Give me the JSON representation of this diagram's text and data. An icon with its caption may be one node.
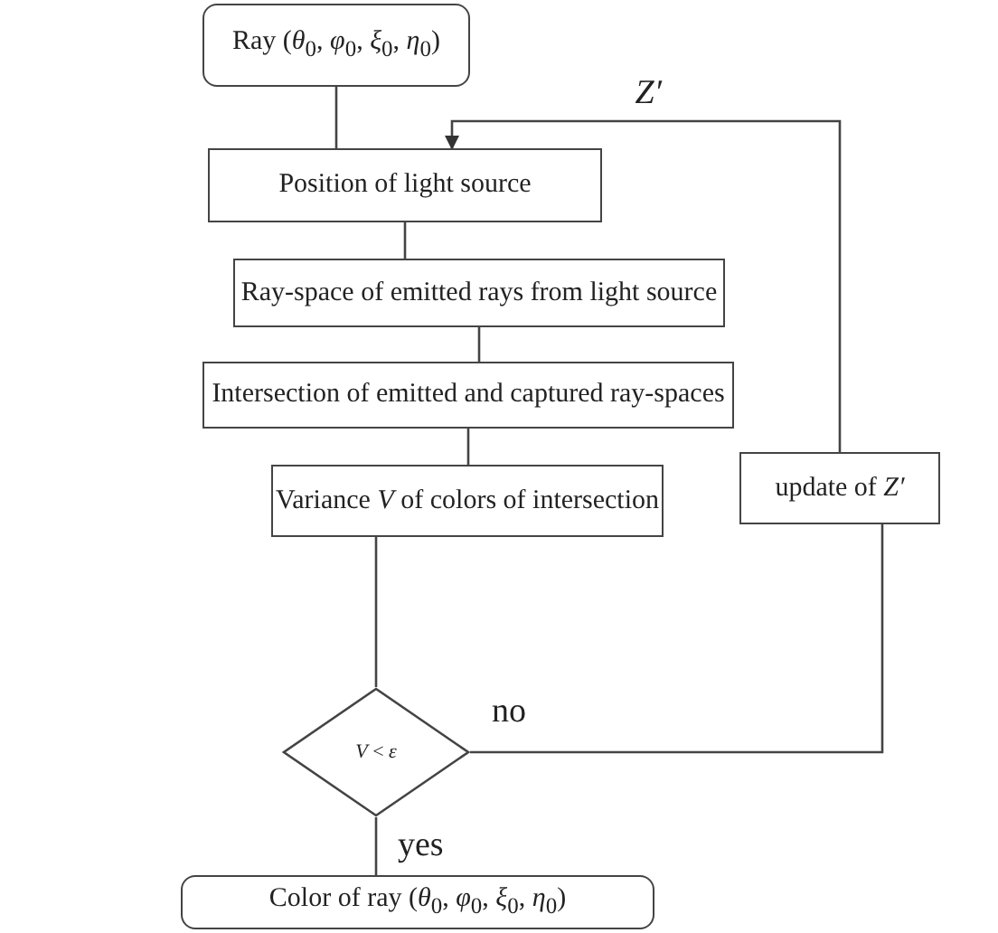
{
  "diagram": {
    "nodes": [
      {
        "text": [
          "Ray (*θ*$_{0}$, *φ*$_{0}$, *ξ*$_{0}$, *η*$_{0}$)"
        ]
      },
      {
        "text": [
          "Position of light source"
        ]
      },
      {
        "text": [
          "Ray-space of emitted rays from light source"
        ]
      },
      {
        "text": [
          "Intersection of emitted and captured ray-spaces"
        ]
      },
      {
        "text": [
          "Variance *V* of colors of intersection"
        ]
      },
      {
        "text": [
          "*V* < *ε*"
        ]
      },
      {
        "text": [
          "Color of  ray (*θ*$_{0}$, *φ*$_{0}$, *ξ*$_{0}$, *η*$_{0}$)"
        ]
      },
      {
        "text": [
          "update of *Z′*"
        ]
      }
    ],
    "edges": [
      {
        "from": 0,
        "to": 1,
        "arrow": "none"
      },
      {
        "from": 1,
        "to": 2,
        "arrow": "none"
      },
      {
        "from": 2,
        "to": 3,
        "arrow": "none"
      },
      {
        "from": 3,
        "to": 4,
        "arrow": "none"
      },
      {
        "from": 4,
        "to": 5,
        "arrow": "none"
      },
      {
        "from": 5,
        "to": 6,
        "arrow": "none",
        "label": "yes"
      },
      {
        "from": 5,
        "to": 7,
        "arrow": "none",
        "label": "no"
      },
      {
        "from": 7,
        "to": 1,
        "arrow": "to",
        "label": "*Z′*"
      }
    ]
  }
}
